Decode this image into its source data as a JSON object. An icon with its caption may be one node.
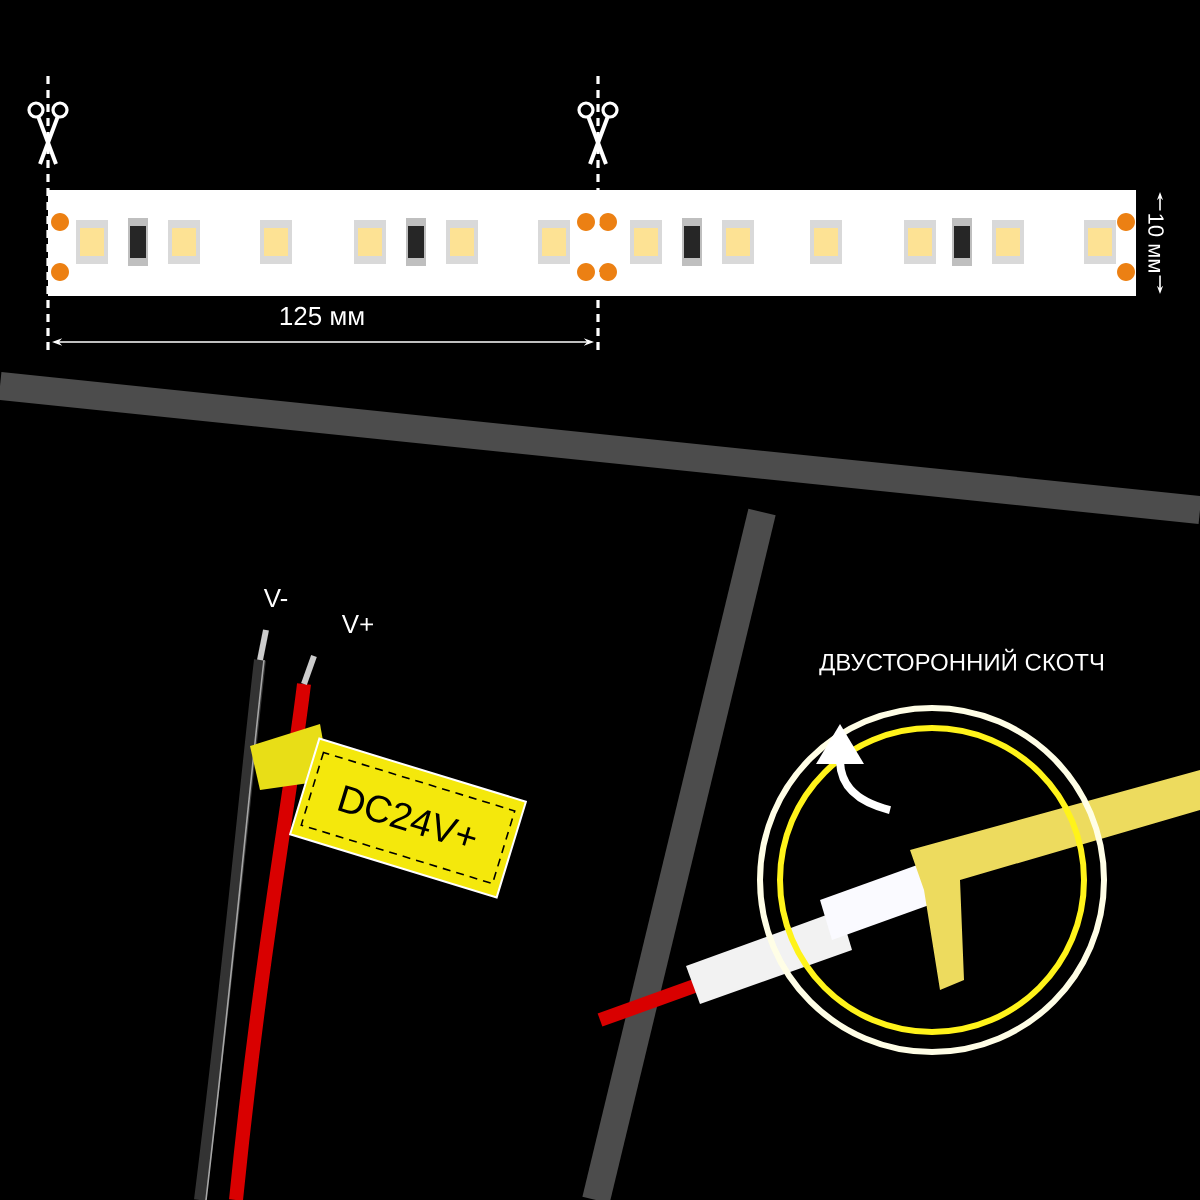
{
  "diagram": {
    "nodes": [
      {
        "text": [
          "DC24V+"
        ]
      }
    ],
    "labels": [
      "10 мм",
      "125 мм",
      "V-",
      "V+",
      "ДВУСТОРОННИЙ СКОТЧ"
    ]
  }
}
